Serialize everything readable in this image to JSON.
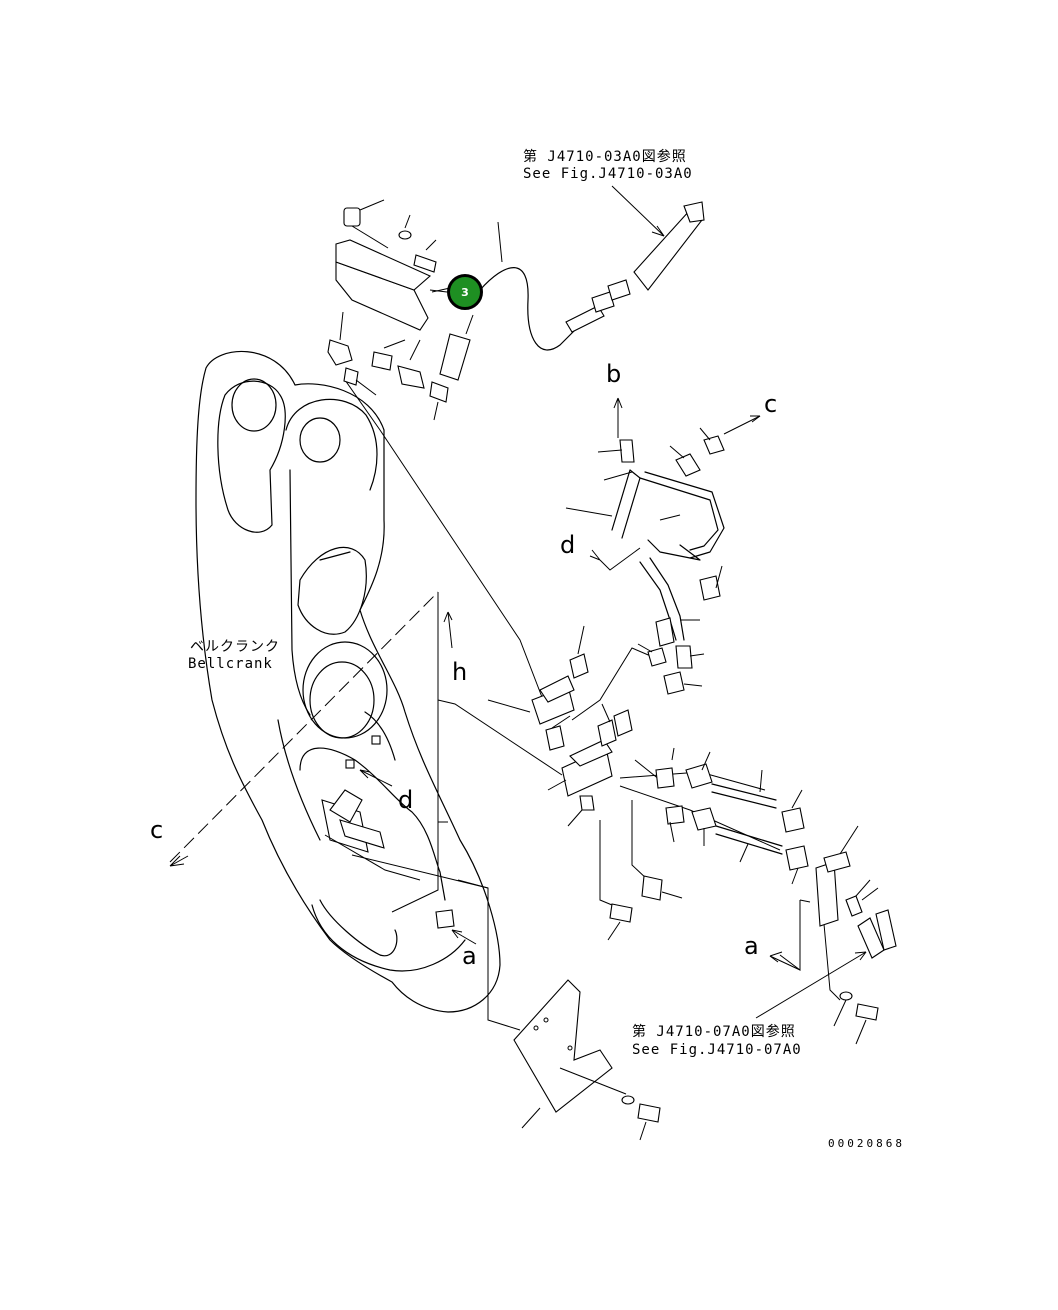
{
  "references": {
    "top_jp": "第 J4710-03A0図参照",
    "top_en": "See Fig.J4710-03A0",
    "bottom_jp": "第 J4710-07A0図参照",
    "bottom_en": "See Fig.J4710-07A0"
  },
  "bellcrank": {
    "jp": "ベルクランク",
    "en": "Bellcrank"
  },
  "letters": {
    "b": "b",
    "c_right": "c",
    "d_upper": "d",
    "h": "h",
    "d_lower": "d",
    "c_left": "c",
    "a_left": "a",
    "a_right": "a"
  },
  "callout": {
    "number": "3",
    "color": "#1e8f22"
  },
  "drawing_number": "00020868"
}
